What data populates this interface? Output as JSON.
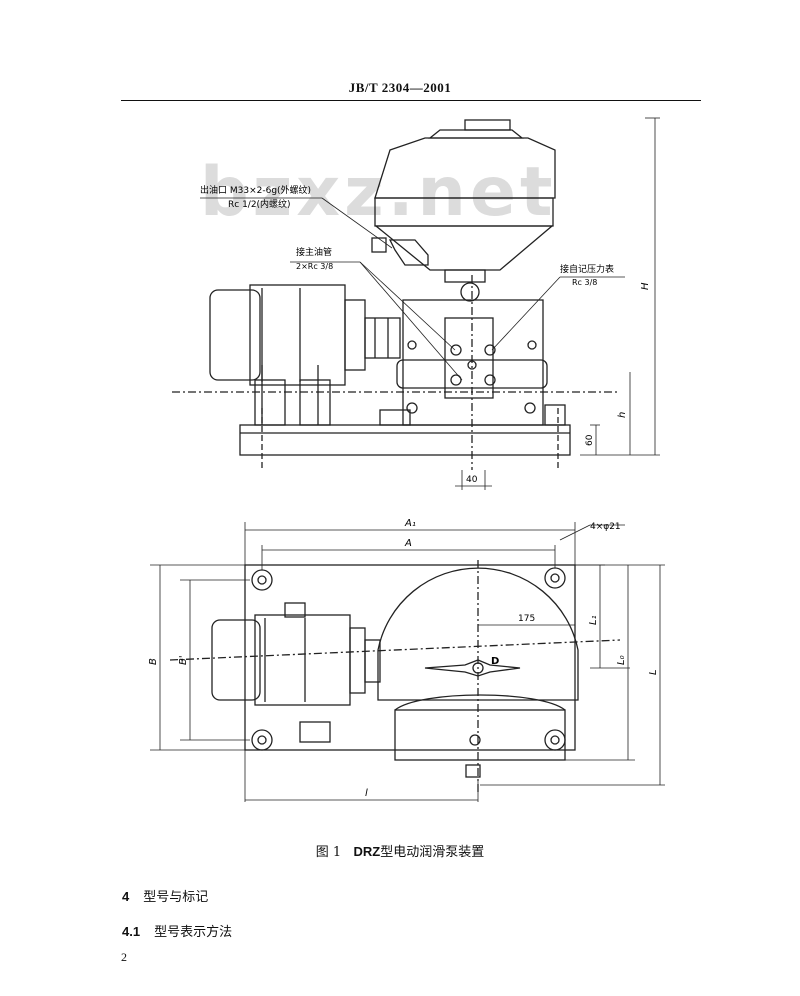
{
  "header": {
    "standard_code": "JB/T  2304—2001"
  },
  "watermark": "bzxz.net",
  "figure": {
    "top_labels": {
      "outlet_line1": "出油口 M33×2-6g(外螺纹)",
      "outlet_line2": "Rc 1/2(内螺纹)",
      "main_pipe_line1": "接主油管",
      "main_pipe_line2": "2×Rc 3/8",
      "gauge_line1": "接自记压力表",
      "gauge_line2": "Rc 3/8",
      "dim_H": "H",
      "dim_h": "h",
      "dim_60": "60",
      "dim_40": "40"
    },
    "bottom_labels": {
      "dim_A1": "A₁",
      "dim_A": "A",
      "dim_holes": "4×φ21",
      "dim_175": "175",
      "dim_L1": "L₁",
      "dim_L0": "L₀",
      "dim_L": "L",
      "dim_B": "B",
      "dim_B_inner": "B'",
      "dim_l": "l",
      "label_D": "D"
    }
  },
  "caption": {
    "prefix": "图 1",
    "model": "DRZ",
    "title": "型电动润滑泵装置"
  },
  "sections": [
    {
      "num": "4",
      "title": "型号与标记"
    },
    {
      "num": "4.1",
      "title": "型号表示方法"
    }
  ],
  "page_number": "2"
}
